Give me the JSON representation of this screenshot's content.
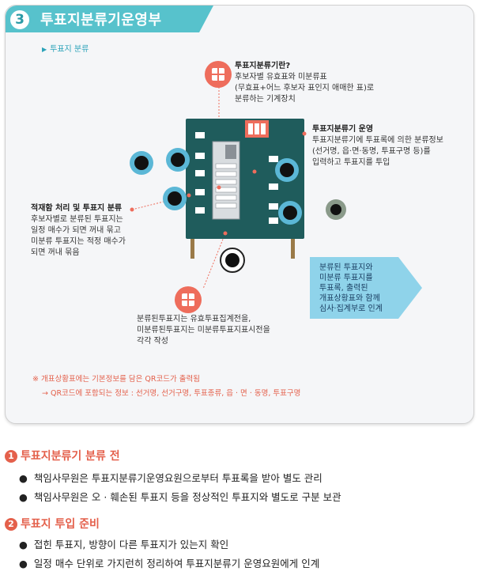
{
  "header": {
    "step_number": "3",
    "title": "투표지분류기운영부"
  },
  "subhead": {
    "marker": "▶",
    "label": "투표지 분류"
  },
  "notes": {
    "what_is": {
      "title": "투표지분류기란?",
      "lines": [
        "후보자별 유효표와 미분류표",
        "(무효표+어느 후보자 표인지 애매한 표)로",
        "분류하는 기계장치"
      ]
    },
    "operation": {
      "title": "투표지분류기 운영",
      "lines": [
        "투표지분류기에 투표록에 의한 분류정보",
        "(선거명, 읍·면·동명, 투표구명 등)를",
        "입력하고 투표지를 투입"
      ]
    },
    "stacking": {
      "title": "적재함 처리 및 투표지 분류",
      "lines": [
        "후보자별로 분류된 투표지는",
        "일정 매수가 되면 꺼내 묶고",
        "미분류 투표지는 적정 매수가",
        "되면 꺼내 묶음"
      ]
    },
    "recording": {
      "lines": [
        "분류된투표지는 유효투표집계전을,",
        "미분류된투표지는 미분류투표지표시전을",
        "각각 작성"
      ]
    }
  },
  "arrow_box": {
    "lines": [
      "분류된 투표지와",
      "미분류 투표지를",
      "투표록, 출력된",
      "개표상황표와 함께",
      "심사·집계부로 인계"
    ]
  },
  "footnotes": [
    "※ 개표상황표에는 기본정보를 담은 QR코드가 출력됨",
    "→ QR코드에 포함되는 정보 : 선거명, 선거구명, 투표종류, 읍 · 면 · 동명, 투표구명"
  ],
  "sections": [
    {
      "number": "1",
      "title": "투표지분류기 분류 전",
      "bullets": [
        "책임사무원은 투표지분류기운영요원으로부터 투표록을 받아 별도 관리",
        "책임사무원은 오 · 훼손된 투표지 등을 정상적인 투표지와 별도로 구분 보관"
      ]
    },
    {
      "number": "2",
      "title": "투표지 투입 준비",
      "bullets": [
        "접힌 투표지, 방향이 다른 투표지가 있는지 확인",
        "일정 매수 단위로 가지런히 정리하여 투표지분류기 운영요원에게 인계"
      ]
    }
  ],
  "bullet_symbol": "●",
  "colors": {
    "accent_teal": "#57c2cc",
    "accent_red": "#e4604b",
    "table_green": "#1f5c5c",
    "arrow_blue": "#8fd3ea"
  }
}
